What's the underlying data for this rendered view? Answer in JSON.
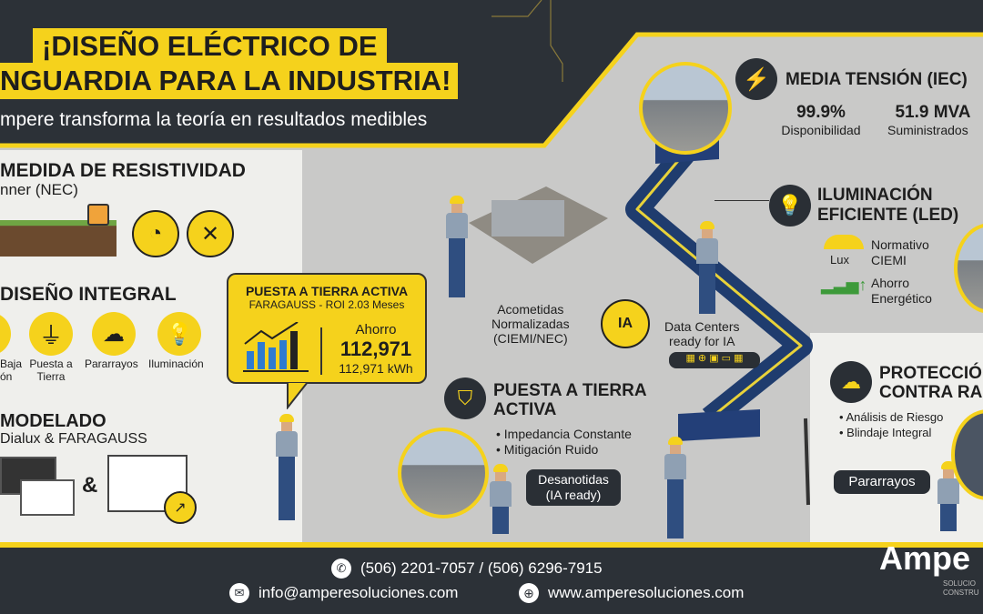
{
  "header": {
    "title_line1": "¡DISEÑO ELÉCTRICO DE",
    "title_line2": "NGUARDIA PARA LA INDUSTRIA!",
    "subtitle": "mpere transforma la teoría en resultados medibles"
  },
  "left": {
    "resistividad": {
      "title": "MEDIDA DE RESISTIVIDAD",
      "subtitle": "nner (NEC)"
    },
    "diseno": {
      "title": "DISEÑO INTEGRAL",
      "items": [
        {
          "label": "Baja\nón",
          "icon": "bolt-icon"
        },
        {
          "label": "Puesta a\nTierra",
          "icon": "ground-icon"
        },
        {
          "label": "Pararrayos",
          "icon": "storm-icon"
        },
        {
          "label": "Iluminación",
          "icon": "bulb-icon"
        }
      ]
    },
    "modelado": {
      "title": "MODELADO",
      "subtitle": "Dialux & FARAGAUSS",
      "amp": "&"
    }
  },
  "callout": {
    "title": "PUESTA A TIERRA ACTIVA",
    "subtitle": "FARAGAUSS - ROI 2.03 Meses",
    "ahorro_label": "Ahorro",
    "ahorro_value": "112,971",
    "ahorro_unit": "112,971 kWh"
  },
  "media": {
    "title": "MEDIA TENSIÓN (IEC)",
    "stats": [
      {
        "value": "99.9%",
        "label": "Disponibilidad"
      },
      {
        "value": "51.9 MVA",
        "label": "Suministrados"
      }
    ]
  },
  "iluminacion": {
    "title_line1": "ILUMINACIÓN",
    "title_line2": "EFICIENTE (LED)",
    "lux": "Lux",
    "item1": "Normativo\nCIEMI",
    "item2": "Ahorro\nEnergético"
  },
  "center": {
    "acometidas": "Acometidas\nNormalizadas\n(CIEMI/NEC)",
    "ia_badge": "IA",
    "datacenters": "Data Centers\nready for IA",
    "pat_title_line1": "PUESTA A TIERRA",
    "pat_title_line2": "ACTIVA",
    "pat_items": [
      "• Impedancia Constante",
      "• Mitigación Ruido"
    ],
    "desanotidas": "Desanotidas\n(IA ready)"
  },
  "proteccion": {
    "title_line1": "PROTECCIÓ",
    "title_line2": "CONTRA RA",
    "items": [
      "• Análisis de Riesgo",
      "• Blindaje Integral"
    ],
    "pararrayos": "Pararrayos"
  },
  "footer": {
    "phone": "(506) 2201-7057  / (506) 6296-7915",
    "email": "info@amperesoluciones.com",
    "web": "www.amperesoluciones.com",
    "logo": "Ampe",
    "logo_tag1": "SOLUCIO",
    "logo_tag2": "CONSTRU"
  },
  "colors": {
    "yellow": "#f5d21c",
    "dark": "#2a2f35"
  }
}
